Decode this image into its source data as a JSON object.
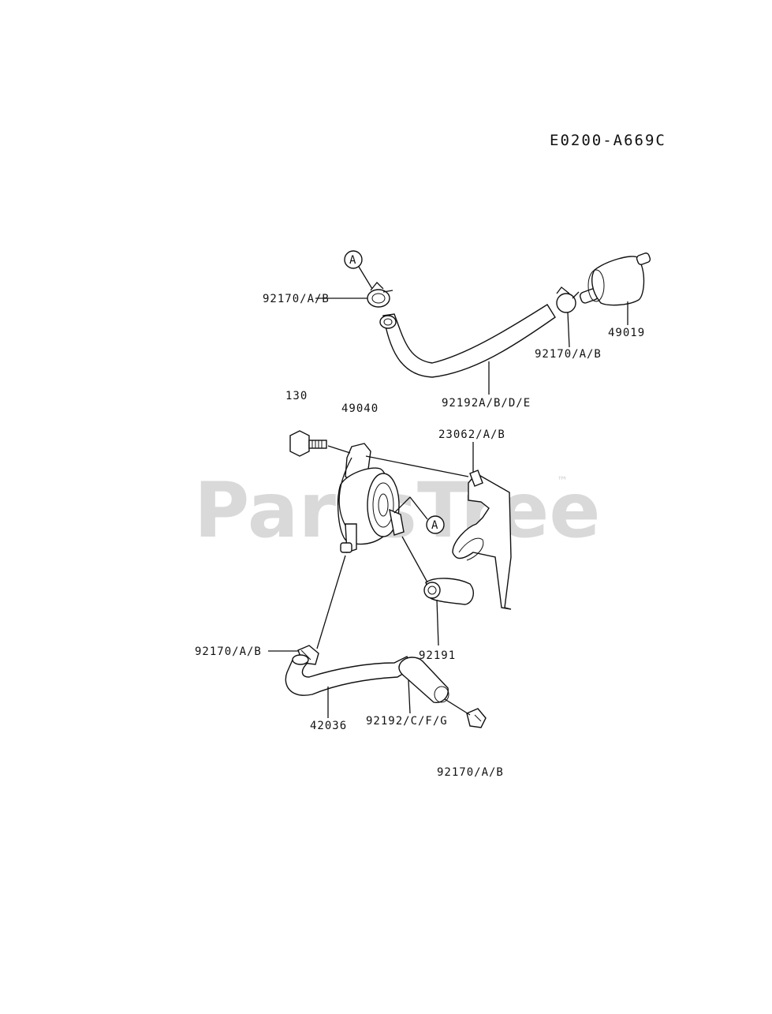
{
  "diagram_code": "E0200-A669C",
  "watermark": {
    "text": "PartsTree",
    "trademark": "™"
  },
  "callout_marker": "A",
  "part_labels": {
    "clamp_top_left": "92170/A/B",
    "clamp_top_right": "92170/A/B",
    "fuel_filter": "49019",
    "hose_upper": "92192A/B/D/E",
    "bolt": "130",
    "fuel_pump": "49040",
    "bracket": "23062/A/B",
    "clamp_lower_left": "92170/A/B",
    "cap": "92191",
    "pipe": "42036",
    "hose_lower": "92192/C/F/G",
    "clamp_bottom": "92170/A/B"
  }
}
